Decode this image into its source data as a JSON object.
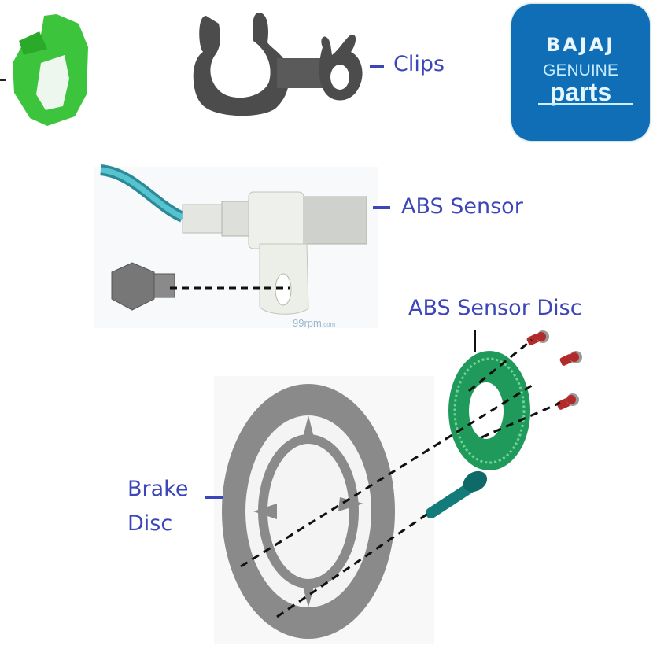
{
  "logo": {
    "brand": "BAJAJ",
    "line2": "GENUINE",
    "line3": "parts",
    "background": "#0f6eb5"
  },
  "labels": {
    "clips": "Clips",
    "abs_sensor": "ABS Sensor",
    "abs_sensor_disc": "ABS Sensor Disc",
    "brake_disc_line1": "Brake",
    "brake_disc_line2": "Disc"
  },
  "watermark": {
    "text": "99rpm",
    "suffix": ".com"
  },
  "colors": {
    "label": "#3d46b8",
    "clip_green": "#3cc43c",
    "clip_grey": "#4a4a4a",
    "cable_teal": "#3aa7b5",
    "sensor_disc_green": "#1f9a5a",
    "screw_red": "#b32a2a",
    "brake_disc_grey": "#8a8a8a"
  },
  "parts": [
    {
      "id": "green-clip",
      "label": ""
    },
    {
      "id": "clips",
      "label": "Clips"
    },
    {
      "id": "abs-sensor",
      "label": "ABS Sensor"
    },
    {
      "id": "sensor-bolt",
      "label": ""
    },
    {
      "id": "abs-sensor-disc",
      "label": "ABS Sensor Disc"
    },
    {
      "id": "disc-screws",
      "label": ""
    },
    {
      "id": "brake-disc",
      "label": "Brake Disc"
    },
    {
      "id": "disc-bolt",
      "label": ""
    }
  ]
}
